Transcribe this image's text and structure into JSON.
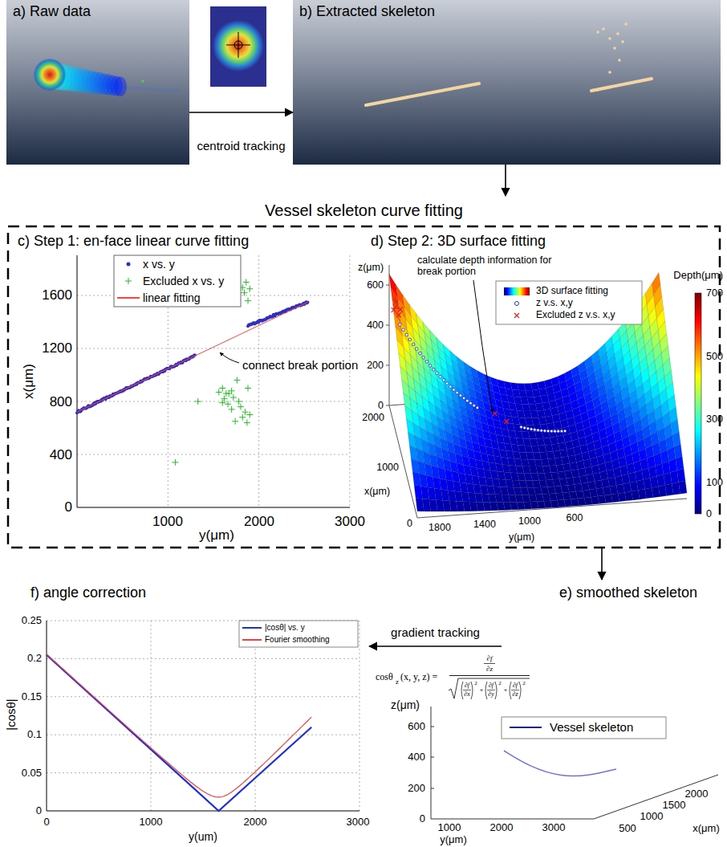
{
  "diagram": {
    "nodes": [
      {
        "text": [
          "a) Raw data"
        ]
      },
      {
        "text": [
          "b) Extracted skeleton"
        ]
      },
      {
        "text": [
          "Vessel skeleton curve fitting"
        ]
      },
      {
        "text": [
          "c) Step 1: en-face linear curve fitting"
        ],
        "in": 2
      },
      {
        "text": [
          "d) Step 2: 3D surface fitting"
        ],
        "in": 2
      },
      {
        "text": [
          "e) smoothed skeleton"
        ]
      },
      {
        "text": [
          "f) angle correction"
        ]
      }
    ],
    "edges": [
      {
        "from": 0,
        "to": 1,
        "arrow": "to",
        "label": "centroid tracking"
      },
      {
        "from": 1,
        "to": 2,
        "arrow": "to"
      },
      {
        "from": 2,
        "to": 5,
        "arrow": "to"
      },
      {
        "from": 5,
        "to": 6,
        "arrow": "to",
        "label": "gradient tracking"
      }
    ],
    "labels": [
      "x(μm)",
      "1600",
      "1200",
      "800",
      "400",
      "0",
      "1000",
      "2000",
      "3000",
      "y(μm)",
      "connect break portion",
      "calculate depth information for break portion",
      "z(μm)",
      "600",
      "400",
      "200",
      "0",
      "2000",
      "1000",
      "0",
      "x(μm)",
      "1800",
      "1400",
      "1000",
      "600",
      "y(μm)",
      "Depth(μm)",
      "700",
      "500",
      "300",
      "100",
      "0",
      "z(μm)",
      "600",
      "400",
      "200",
      "0",
      "1000",
      "2000",
      "3000",
      "y(μm)",
      "2000",
      "1500",
      "1000",
      "500",
      "x(μm)",
      "|cosθ|",
      "0.25",
      "0.2",
      "0.15",
      "0.1",
      "0.05",
      "0",
      "0",
      "1000",
      "2000",
      "3000",
      "y(um)",
      "cosθ",
      "z",
      "(x, y, z) =",
      "∂f",
      "∂z",
      "∂f",
      "∂x",
      "2",
      "+",
      "∂f",
      "∂y",
      "2",
      "+",
      "∂f",
      "∂z",
      "2"
    ],
    "legend": [
      {
        "text": "x vs. y"
      },
      {
        "text": "Excluded x vs. y"
      },
      {
        "text": "linear fitting"
      },
      {
        "text": "3D surface fitting"
      },
      {
        "text": "z v.s. x,y"
      },
      {
        "text": "Excluded z v.s. x,y"
      },
      {
        "text": "Vessel skeleton"
      },
      {
        "text": "|cosθ| vs. y"
      },
      {
        "text": "Fourier smoothing"
      }
    ]
  }
}
